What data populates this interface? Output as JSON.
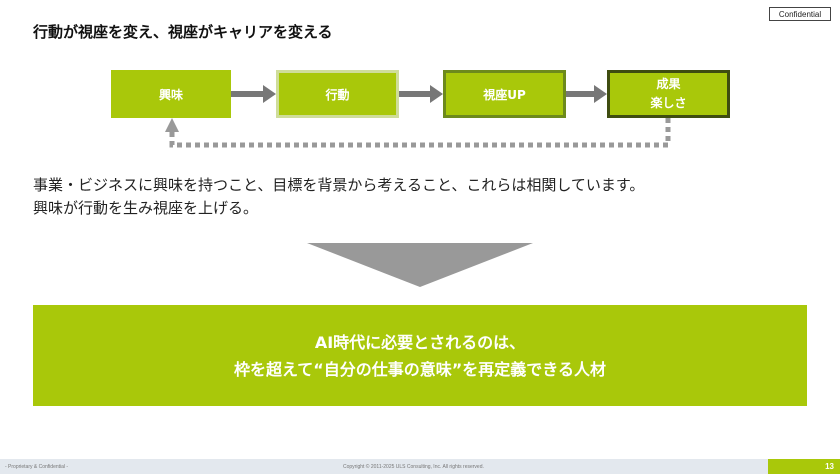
{
  "header": {
    "confidential_badge": "Confidential",
    "title": "行動が視座を変え、視座がキャリアを変える"
  },
  "flow": {
    "steps": [
      {
        "label": "興味"
      },
      {
        "label": "行動"
      },
      {
        "label": "視座UP"
      },
      {
        "label_line1": "成果",
        "label_line2": "楽しさ"
      }
    ],
    "colors": {
      "accent": "#a9c80a",
      "arrow": "#777777",
      "loop": "#999999"
    }
  },
  "body": {
    "line1": "事業・ビジネスに興味を持つこと、目標を背景から考えること、これらは相関しています。",
    "line2": "興味が行動を生み視座を上げる。"
  },
  "banner": {
    "line1": "AI時代に必要とされるのは、",
    "line2": "枠を超えて“自分の仕事の意味”を再定義できる人材"
  },
  "footer": {
    "left": "- Proprietary & Confidential -",
    "center": "Copyright © 2011-2025 ULS Consulting, Inc.  All rights reserved.",
    "page": "13"
  }
}
